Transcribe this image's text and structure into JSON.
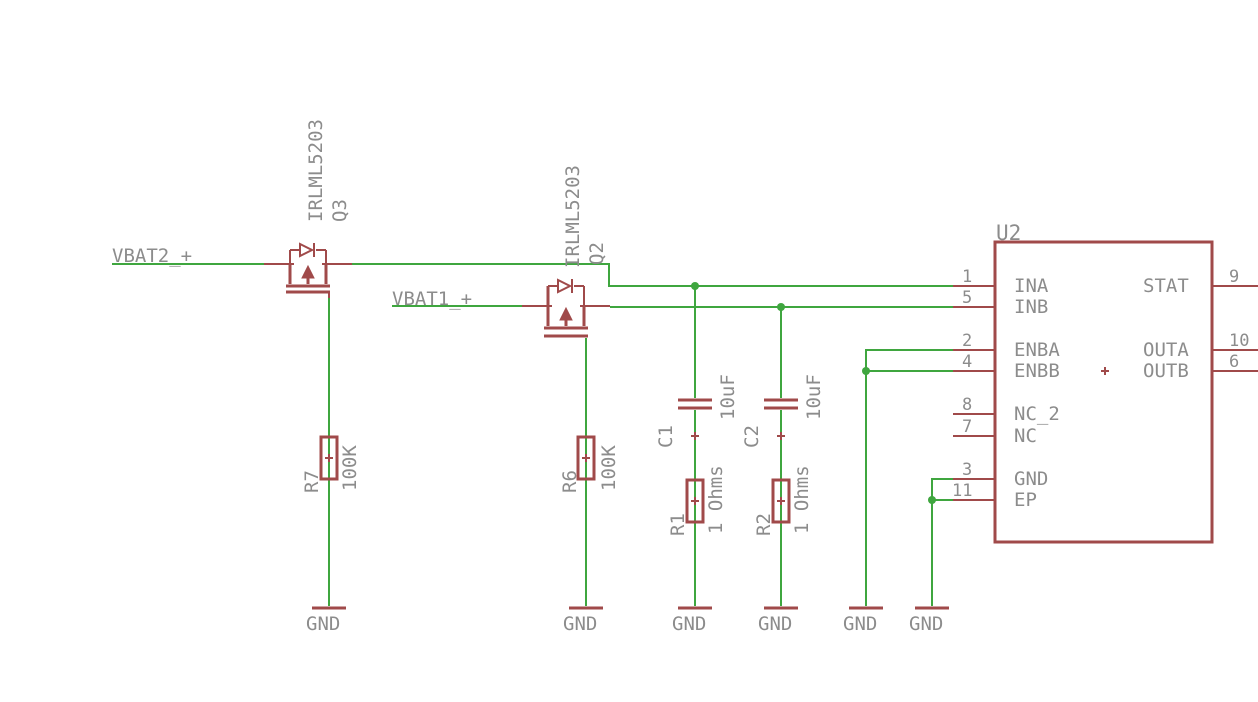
{
  "net_labels": {
    "vbat2": "VBAT2_+",
    "vbat1": "VBAT1_+"
  },
  "transistors": {
    "q3": {
      "name": "Q3",
      "value": "IRLML5203"
    },
    "q2": {
      "name": "Q2",
      "value": "IRLML5203"
    }
  },
  "resistors": {
    "r7": {
      "name": "R7",
      "value": "100K"
    },
    "r6": {
      "name": "R6",
      "value": "100K"
    },
    "r1": {
      "name": "R1",
      "value": "1 Ohms"
    },
    "r2": {
      "name": "R2",
      "value": "1 Ohms"
    }
  },
  "capacitors": {
    "c1": {
      "name": "C1",
      "value": "10uF"
    },
    "c2": {
      "name": "C2",
      "value": "10uF"
    }
  },
  "ground_label": "GND",
  "ic": {
    "name": "U2",
    "left_pins": [
      {
        "num": "1",
        "name": "INA"
      },
      {
        "num": "5",
        "name": "INB"
      },
      {
        "num": "2",
        "name": "ENBA"
      },
      {
        "num": "4",
        "name": "ENBB"
      },
      {
        "num": "8",
        "name": "NC_2"
      },
      {
        "num": "7",
        "name": "NC"
      },
      {
        "num": "3",
        "name": "GND"
      },
      {
        "num": "11",
        "name": "EP"
      }
    ],
    "right_pins": [
      {
        "num": "9",
        "name": "STAT"
      },
      {
        "num": "10",
        "name": "OUTA"
      },
      {
        "num": "6",
        "name": "OUTB"
      }
    ]
  },
  "colors": {
    "wire": "#3fa63f",
    "symbol": "#a04a4a",
    "text": "#8c8c8c",
    "background": "#ffffff"
  }
}
